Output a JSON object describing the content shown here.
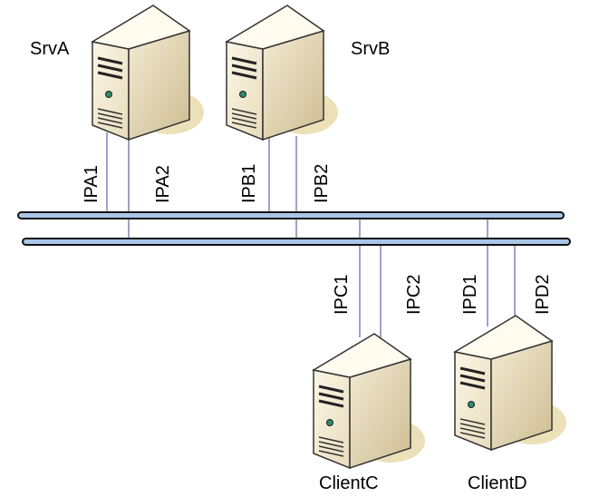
{
  "nodes": {
    "srvA": {
      "label": "SrvA"
    },
    "srvB": {
      "label": "SrvB"
    },
    "clientC": {
      "label": "ClientC"
    },
    "clientD": {
      "label": "ClientD"
    }
  },
  "links": {
    "ipa1": "IPA1",
    "ipa2": "IPA2",
    "ipb1": "IPB1",
    "ipb2": "IPB2",
    "ipc1": "IPC1",
    "ipc2": "IPC2",
    "ipd1": "IPD1",
    "ipd2": "IPD2"
  },
  "colors": {
    "bus_fill": "#a9c6e8",
    "link": "#6e6ea8",
    "server_front": "#f2ead4",
    "server_side": "#ddd0ac"
  }
}
